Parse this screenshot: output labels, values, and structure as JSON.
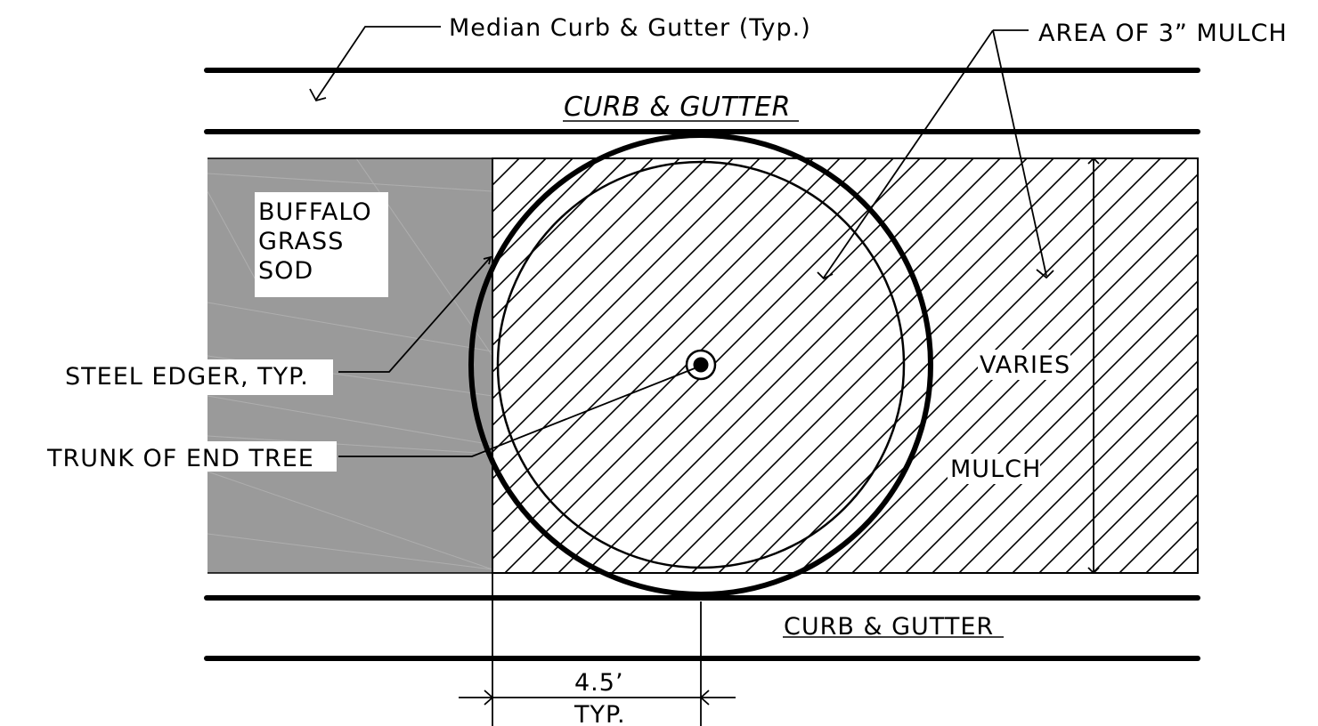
{
  "labels": {
    "median_curb": "Median Curb & Gutter (Typ.)",
    "curb_top": "CURB & GUTTER",
    "curb_bottom": "CURB & GUTTER",
    "mulch_area": "AREA OF 3” MULCH",
    "sod_line1": "BUFFALO",
    "sod_line2": "GRASS",
    "sod_line3": "SOD",
    "steel_edger": "STEEL EDGER, TYP.",
    "trunk": "TRUNK OF END TREE",
    "varies": "VARIES",
    "mulch": "MULCH",
    "dim_value": "4.5’",
    "dim_typ": "TYP."
  },
  "colors": {
    "line": "#000000",
    "sod_fill": "#9a9a9a",
    "background": "#ffffff"
  }
}
